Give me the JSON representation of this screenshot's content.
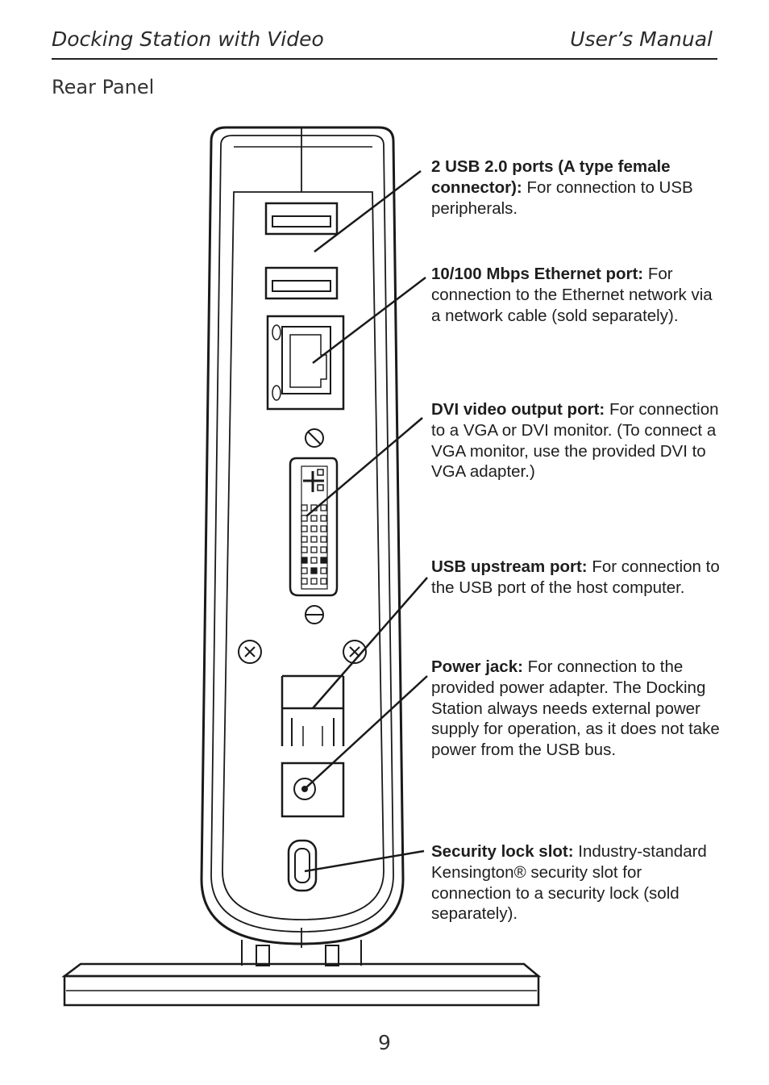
{
  "header": {
    "left": "Docking Station with Video",
    "right": "User’s Manual"
  },
  "section_title": "Rear Panel",
  "callouts": [
    {
      "name": "usb-ports",
      "title": "2 USB 2.0 ports (A type female connector):",
      "text": "For connection to USB peripherals."
    },
    {
      "name": "ethernet-port",
      "title": "10/100 Mbps Ethernet port:",
      "text": "For connection to the Ethernet network via a network cable (sold separately)."
    },
    {
      "name": "dvi-port",
      "title": "DVI video output port:",
      "text": "For connection to a VGA or DVI monitor. (To connect a VGA monitor, use the provided DVI to VGA adapter.)"
    },
    {
      "name": "usb-upstream-port",
      "title": "USB upstream port:",
      "text": "For connection to the USB port of the host computer."
    },
    {
      "name": "power-jack",
      "title": "Power jack:",
      "text": "For connection to the provided power adapter. The Docking Station always needs external power supply for operation, as it does not take power from the USB bus."
    },
    {
      "name": "security-lock-slot",
      "title": "Security lock slot:",
      "text": "Industry-standard Kensington® security slot for connection to a security lock (sold separately)."
    }
  ],
  "page_number": "9"
}
